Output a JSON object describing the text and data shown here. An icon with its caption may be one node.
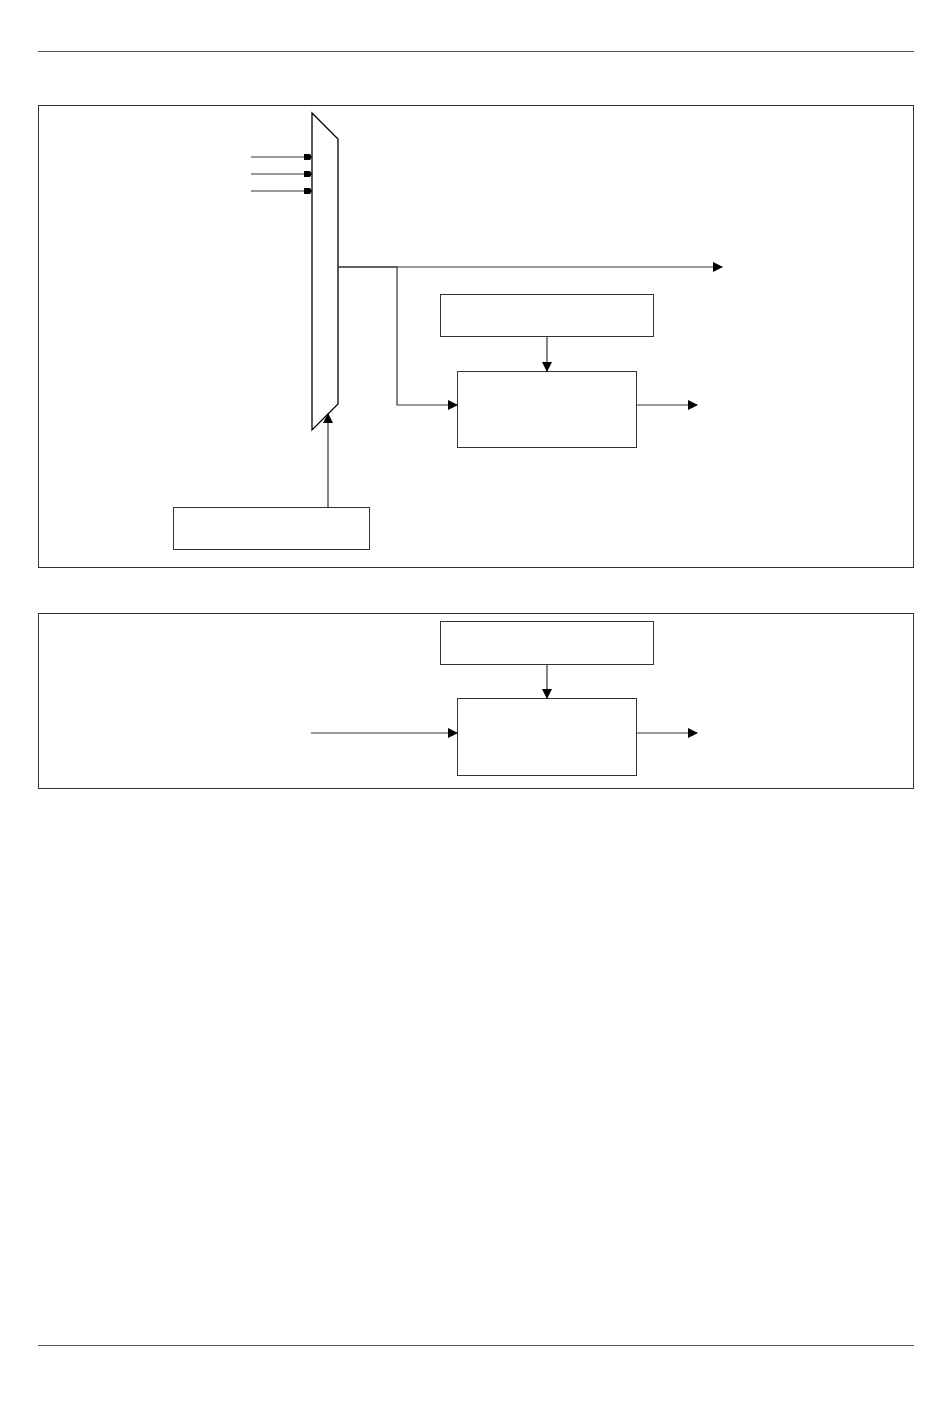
{
  "diagram": {
    "nodes": [
      {
        "text": [],
        "shape": "box"
      },
      {
        "text": [],
        "shape": "trapezoid",
        "in": 0
      },
      {
        "text": [],
        "shape": "box",
        "in": 0
      },
      {
        "text": [],
        "shape": "box",
        "in": 0
      },
      {
        "text": [],
        "shape": "box",
        "in": 0
      },
      {
        "text": [],
        "shape": "box"
      },
      {
        "text": [],
        "shape": "box",
        "in": 5
      },
      {
        "text": [],
        "shape": "box",
        "in": 5
      }
    ],
    "edges": [
      {
        "from": null,
        "to": 1,
        "arrow": "to"
      },
      {
        "from": null,
        "to": 1,
        "arrow": "to"
      },
      {
        "from": null,
        "to": 1,
        "arrow": "to"
      },
      {
        "from": 1,
        "to": null,
        "arrow": "to"
      },
      {
        "from": 1,
        "to": 3,
        "arrow": "to"
      },
      {
        "from": 2,
        "to": 3,
        "arrow": "to"
      },
      {
        "from": 3,
        "to": null,
        "arrow": "to"
      },
      {
        "from": 4,
        "to": 1,
        "arrow": "to"
      },
      {
        "from": null,
        "to": 7,
        "arrow": "to"
      },
      {
        "from": 6,
        "to": 7,
        "arrow": "to"
      },
      {
        "from": 7,
        "to": null,
        "arrow": "to"
      }
    ]
  }
}
